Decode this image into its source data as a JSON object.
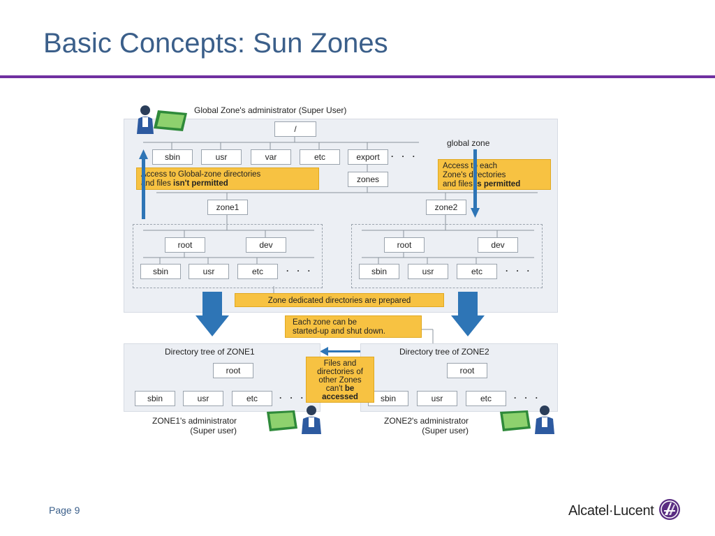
{
  "slide": {
    "title": "Basic Concepts: Sun Zones",
    "page": "Page 9",
    "brand": "Alcatel·Lucent"
  },
  "diagram": {
    "global_admin": "Global Zone's administrator (Super User)",
    "global_zone": "global zone",
    "root": "/",
    "global_dirs": [
      "sbin",
      "usr",
      "var",
      "etc",
      "export"
    ],
    "zones": "zones",
    "zone1": "zone1",
    "zone2": "zone2",
    "zone_top": [
      "root",
      "dev"
    ],
    "zone_bottom": [
      "sbin",
      "usr",
      "etc"
    ],
    "dots": "· · ·",
    "note_no_access_a": "Access to Global-zone directories",
    "note_no_access_b": "and files ",
    "note_no_access_bold": "isn't permitted",
    "note_access_a": "Access to each",
    "note_access_b": "Zone's directories",
    "note_access_c": "and files ",
    "note_access_bold": "is permitted",
    "note_prepared": "Zone dedicated directories are prepared",
    "note_startup_a": "Each zone can be",
    "note_startup_b": "started-up and shut down.",
    "tree1_title": "Directory tree of ZONE1",
    "tree2_title": "Directory tree of ZONE2",
    "tree_root": "root",
    "tree_dirs": [
      "sbin",
      "usr",
      "etc"
    ],
    "note_files_a": "Files and",
    "note_files_b": "directories of",
    "note_files_c": "other Zones",
    "note_files_d": "can't ",
    "note_files_bold1": "be",
    "note_files_bold2": "accessed",
    "zone1_admin_a": "ZONE1's administrator",
    "zone1_admin_b": "(Super user)",
    "zone2_admin_a": "ZONE2's administrator",
    "zone2_admin_b": "(Super user)",
    "colors": {
      "accent": "#7030a0",
      "title": "#3b5f8a",
      "note": "#f7c242",
      "arrow": "#2e75b6"
    }
  }
}
